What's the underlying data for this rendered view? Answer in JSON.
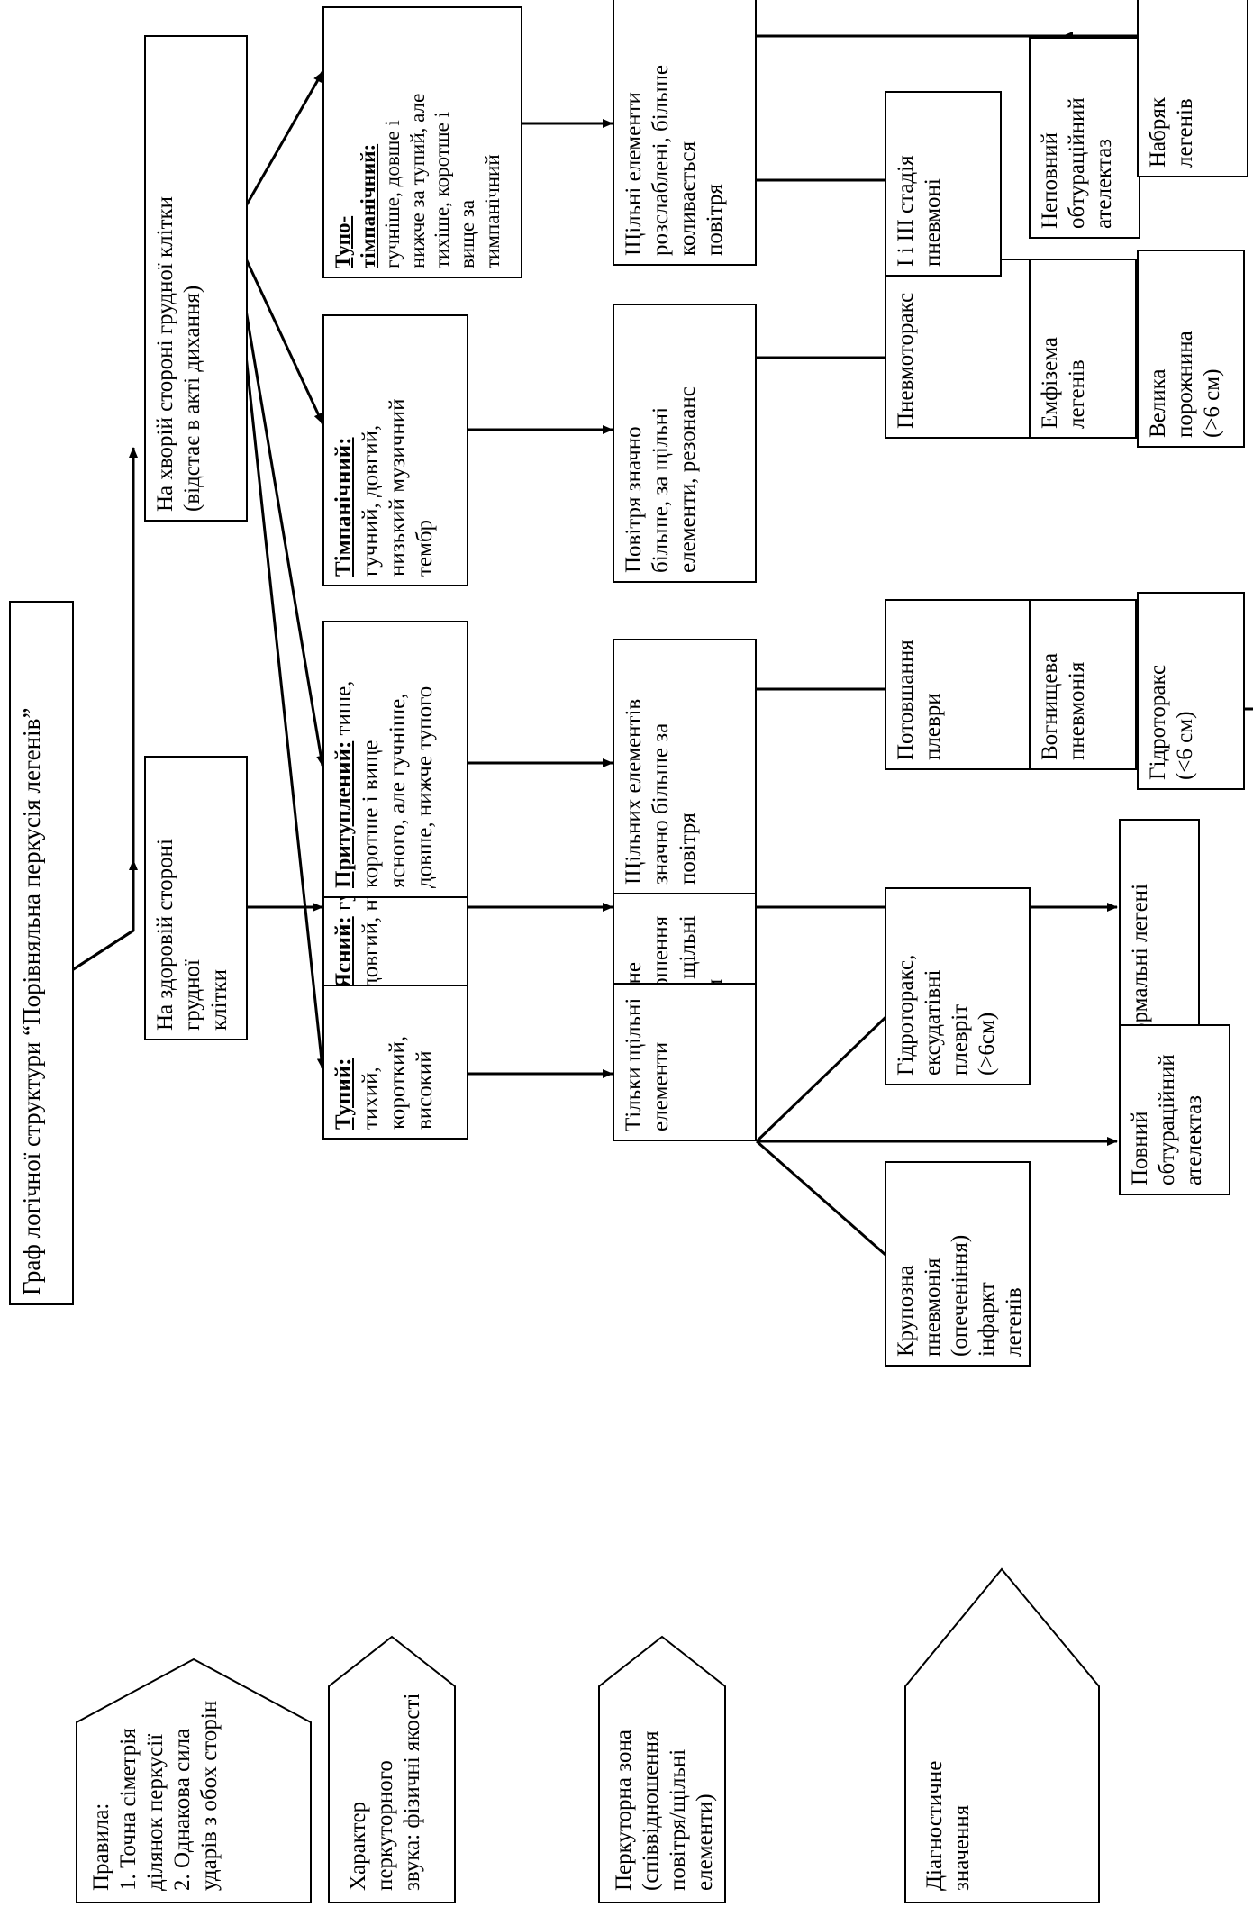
{
  "title": "Граф логічної структури “Порівняльна перкусія легенів”",
  "headers": {
    "rules": {
      "heading": "Правила:",
      "items": [
        "1.   Точна сіметрія\n       ділянок перкусії",
        "2.   Однакова сила\n       ударів з обох сторін"
      ]
    },
    "sound": "Характер перкуторного\nзвука: фізичні якості",
    "zone": "Перкуторна зона\n(співвідношення\nповітря/щільні\nелементи)",
    "diagnosis": "Діагностичне значення"
  },
  "sides": {
    "healthy": "На здоровій стороні грудної\nклітки",
    "diseased": "На хворій стороні грудної клітки\n(відстає в акті дихання)"
  },
  "sounds": {
    "clear": {
      "head": "Ясний:",
      "text": " гучний,\nдовгий, низький"
    },
    "dull": {
      "head": "Тупий:",
      "text": " тихий,\nкороткий,\nвисокий"
    },
    "muffled": {
      "head": "Притуплений:",
      "text": " тише,\nкоротше і вище\nясного, але гучніше,\nдовше, нижче тупого"
    },
    "tympanic": {
      "head": "Тімпанічний:",
      "text": "\nгучний, довгий,\nнизький музичний\nтембр"
    },
    "dull_tympanic": {
      "head": "Тупо-\nтімпанічний:",
      "text": "\nгучніше, довше і\nнижче за тупий, але\nтихіше, коротше і\nвище за\nтимпанічний"
    }
  },
  "zones": {
    "normal": "Нормальне\nспіввідношення\nповітря і щільні\nелементи",
    "dense_only": "Тільки щільні\nелементи",
    "dense_more": "Щільних елементів\nзначно більше за\nповітря",
    "air_more": "Повітря значно\nбільше, за щільні\nелементи, резонанс",
    "loosened": "Щільні елементи\nрозслаблені, більше\nколивається\nповітря"
  },
  "diagnoses": {
    "normal_lungs": "Нормальні легені",
    "hydrothorax_exudative": "Гідроторакс,\nексудатівні\nплевріт\n(>6см)",
    "full_atelectasis": "Повний\nобтураційний\nателектаз",
    "croupous": "Крупозна\nпневмонія\n(опеченіння)\nінфаркт\nлегенів",
    "pleural_thickening": "Потовшання\nплеври",
    "focal_pneumonia": "Вогнищева\nпневмонія",
    "hydrothorax_small": "Гідроторакс\n(<6 см)",
    "pneumothorax": "Пневмоторакс",
    "emphysema": "Емфізема\nлегенів",
    "large_cavity": "Велика\nпорожнина\n(>6 см)",
    "pneumonia_stage": "I і III стадія\nпневмоні",
    "partial_atelectasis": "Неповний\nобтураційний\nателектаз",
    "edema": "Набряк\nлегенів"
  }
}
